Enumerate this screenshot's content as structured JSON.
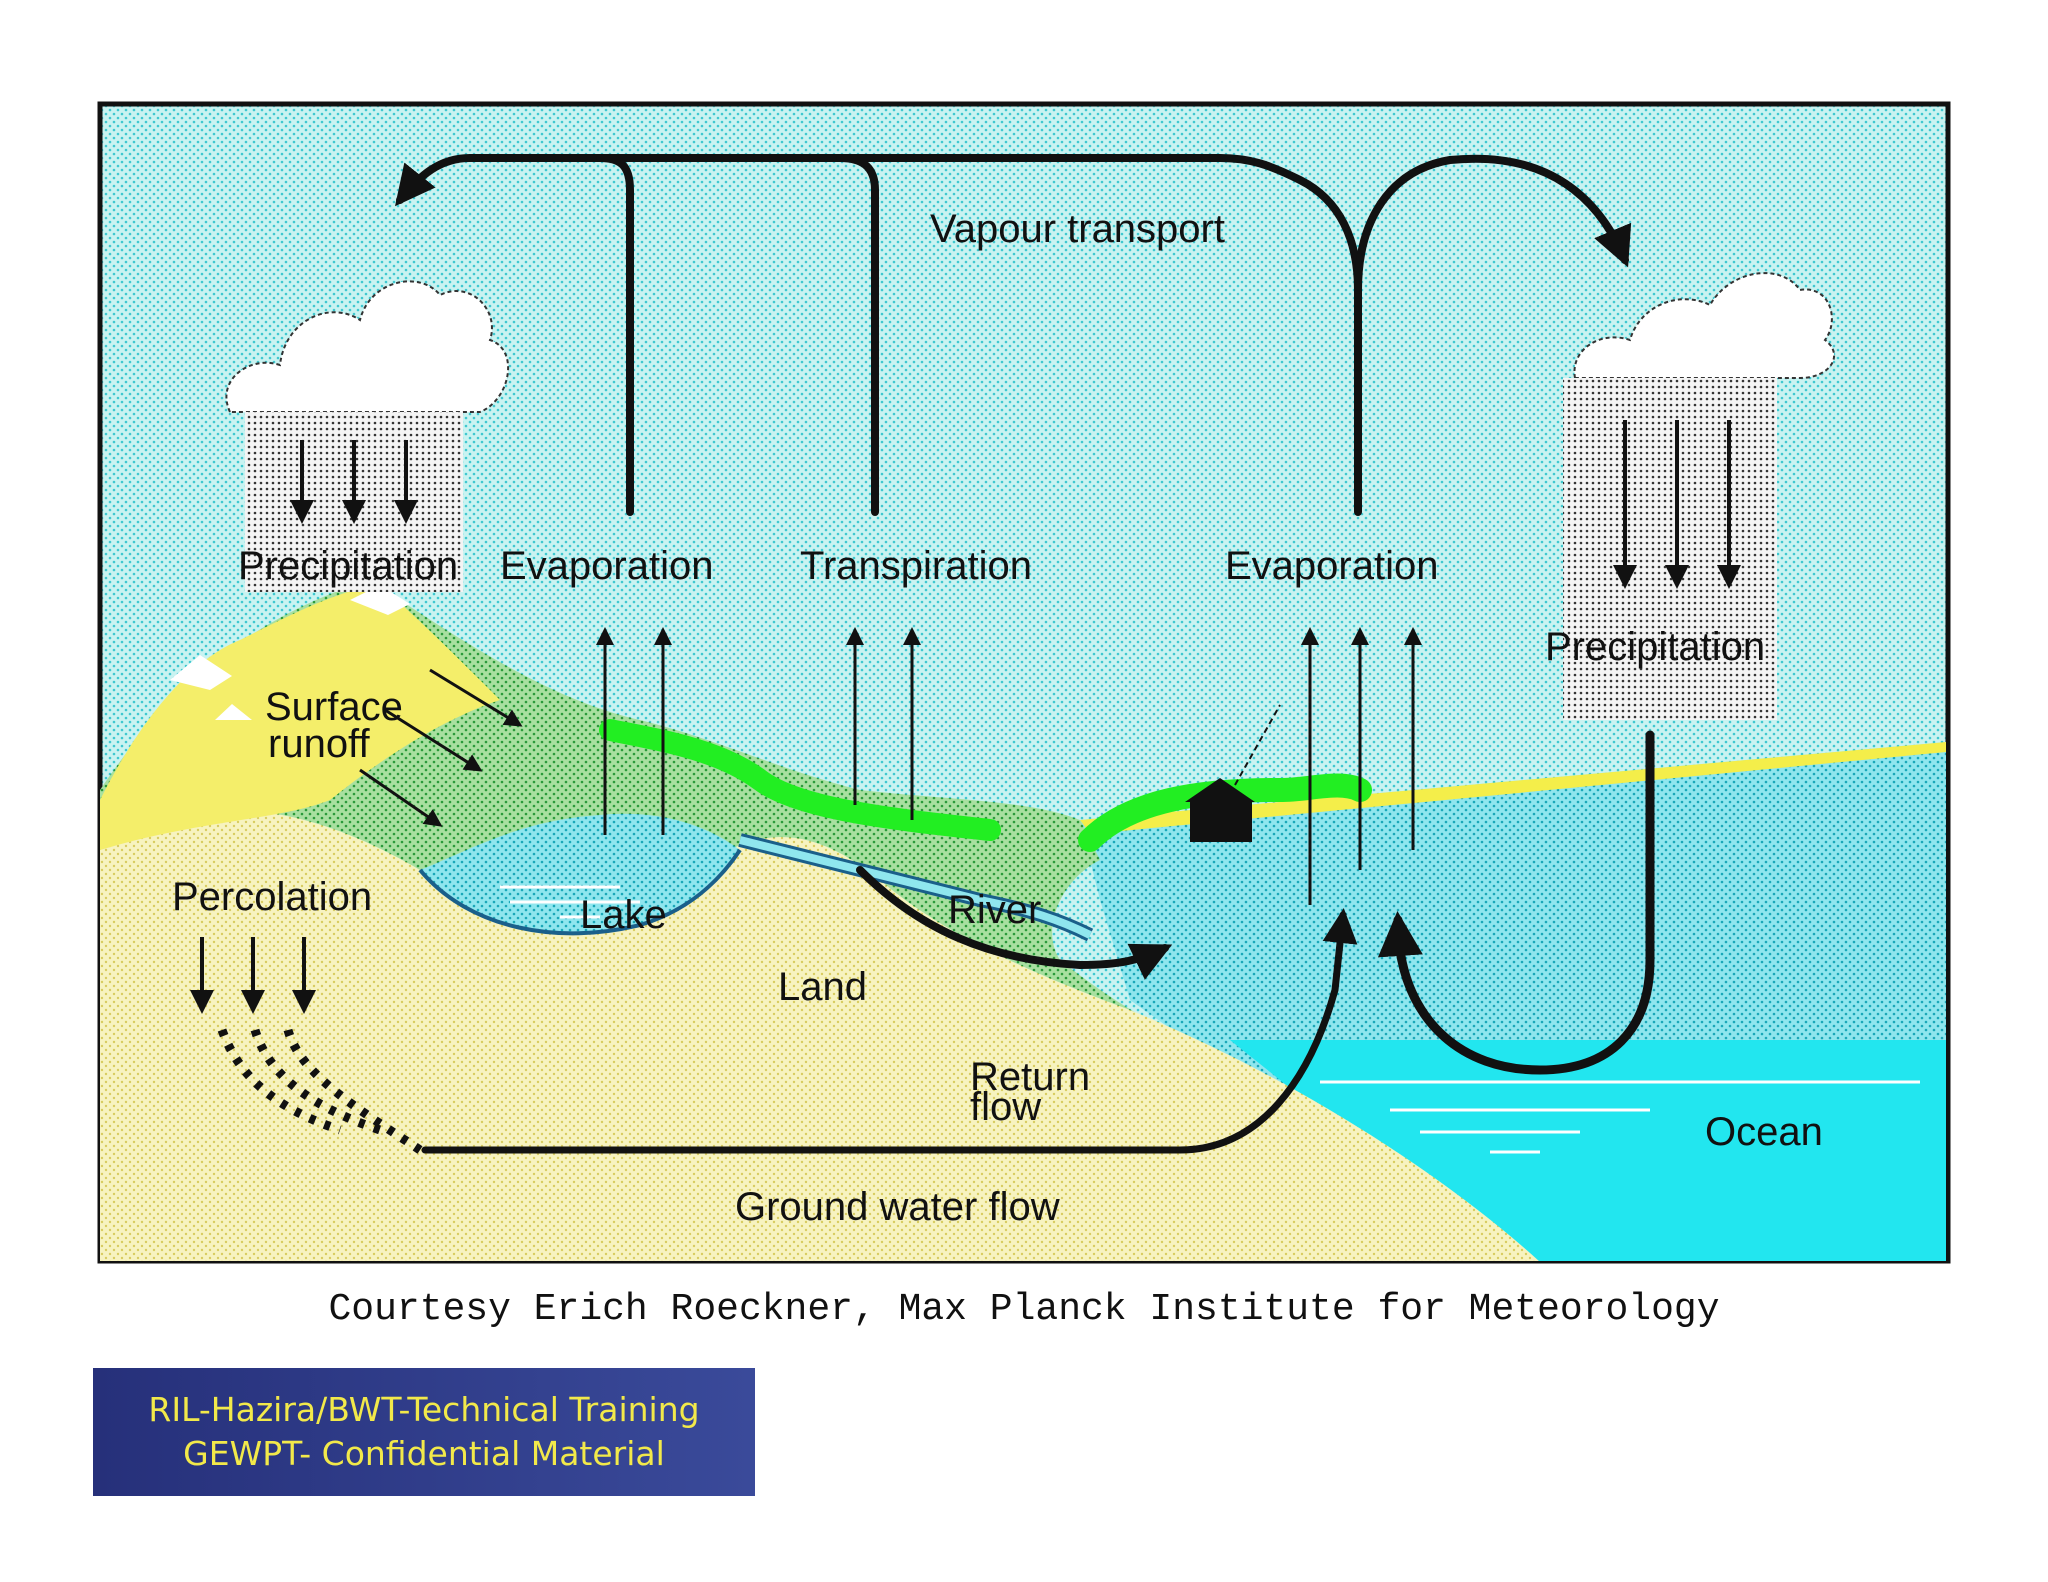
{
  "labels": {
    "vapour_transport": "Vapour transport",
    "precipitation_left": "Precipitation",
    "evaporation_lake": "Evaporation",
    "transpiration": "Transpiration",
    "evaporation_ocean": "Evaporation",
    "precipitation_right": "Precipitation",
    "surface_runoff_1": "Surface",
    "surface_runoff_2": "runoff",
    "percolation": "Percolation",
    "lake": "Lake",
    "river": "River",
    "land": "Land",
    "return_flow_1": "Return",
    "return_flow_2": "flow",
    "ocean": "Ocean",
    "ground_water_flow": "Ground water flow"
  },
  "credit": "Courtesy Erich Roeckner, Max Planck Institute for Meteorology",
  "footer": {
    "line1": "RIL-Hazira/BWT-Technical Training",
    "line2": "GEWPT- Confidential Material"
  },
  "colors": {
    "sky": "#bff0ef",
    "land": "#f4efae",
    "green": "#9fdc9a",
    "bright_green": "#22ee22",
    "lake": "#8fe3ee",
    "ocean": "#22e6ef",
    "footer_text": "#f2e94a",
    "footer_bg": "#2f3b8a"
  }
}
